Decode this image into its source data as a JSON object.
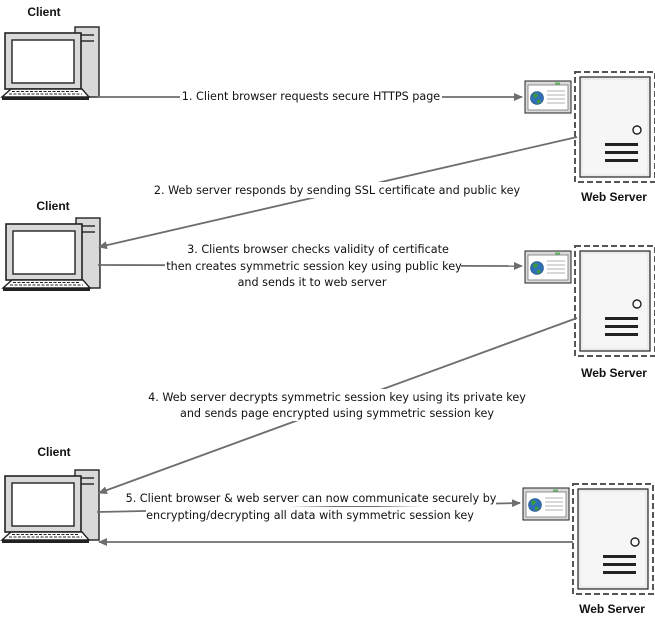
{
  "labels": {
    "client_1": "Client",
    "client_2": "Client",
    "client_3": "Client",
    "server_1": "Web Server",
    "server_2": "Web Server",
    "server_3": "Web Server"
  },
  "steps": {
    "step_1": "1. Client browser requests secure HTTPS page",
    "step_2": "2. Web server responds by sending SSL certificate and public key",
    "step_3_line_1": "3. Clients browser checks validity of certificate",
    "step_3_line_2": "then creates symmetric session key using public key",
    "step_3_line_3": "and sends it to web server",
    "step_4_line_1": "4. Web server decrypts symmetric session key using its private key",
    "step_4_line_2": "and sends page encrypted using symmetric session key",
    "step_5_line_1": "5. Client browser & web server can now communicate securely by",
    "step_5_line_2": "encrypting/decrypting all data with symmetric session key"
  },
  "icons": {
    "client": "desktop-computer-icon",
    "server": "server-tower-icon",
    "page": "web-page-certificate-icon",
    "globe": "globe-icon"
  },
  "colors": {
    "arrow": "#6e6e6e",
    "icon_stroke": "#222222",
    "server_border_dash": "#555555",
    "page_bar": "#5cb85c",
    "globe_blue": "#2f6fb5",
    "globe_green": "#3c9a3c"
  }
}
